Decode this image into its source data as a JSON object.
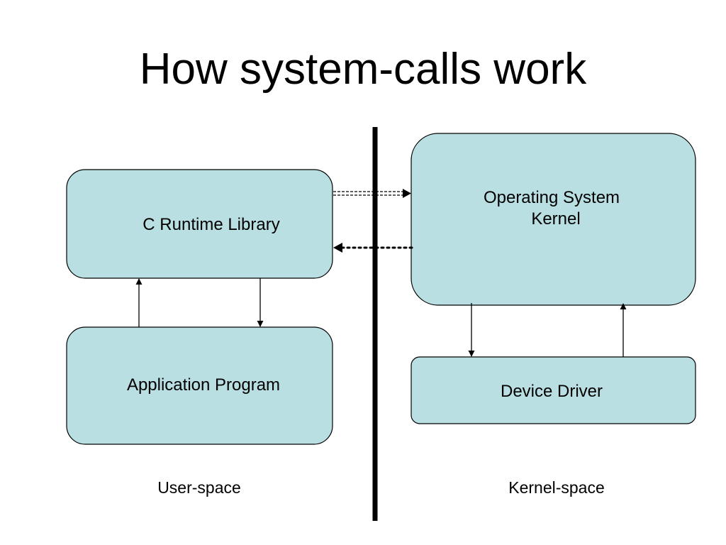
{
  "slide": {
    "title": "How system-calls work"
  },
  "nodes": {
    "c_runtime_library": "C Runtime Library",
    "application_program": "Application Program",
    "kernel_line1": "Operating System",
    "kernel_line2": "Kernel",
    "device_driver": "Device Driver"
  },
  "regions": {
    "user_space": "User-space",
    "kernel_space": "Kernel-space"
  },
  "colors": {
    "box_fill": "#b9dfe3",
    "stroke": "#000000",
    "background": "#ffffff"
  }
}
